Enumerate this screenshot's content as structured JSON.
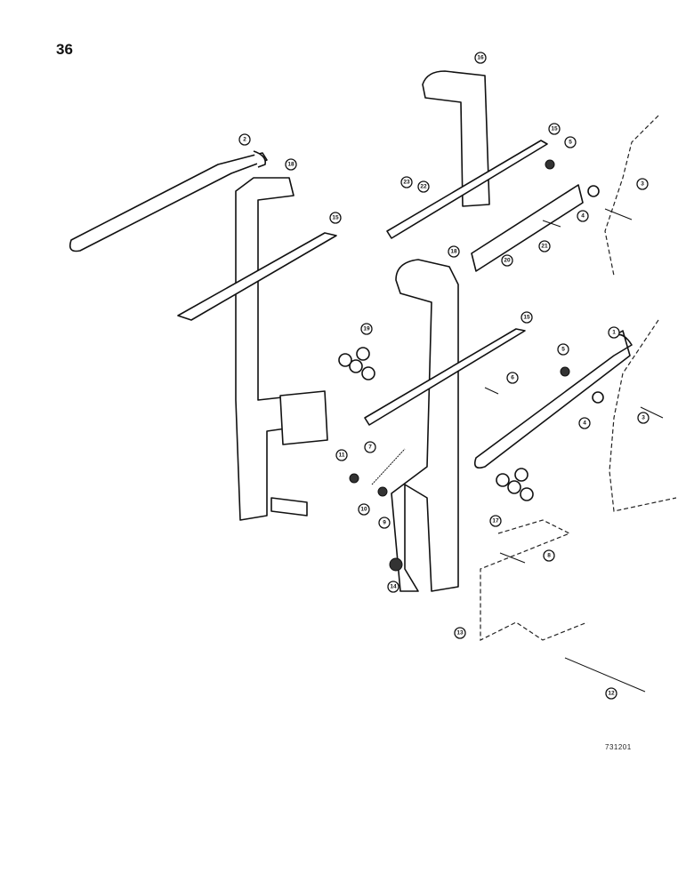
{
  "page_number": "36",
  "drawing_code": "731201",
  "callouts": [
    "2",
    "18",
    "15",
    "16",
    "15",
    "5",
    "23",
    "22",
    "3",
    "4",
    "21",
    "20",
    "18",
    "19",
    "15",
    "1",
    "5",
    "6",
    "4",
    "3",
    "11",
    "7",
    "10",
    "9",
    "17",
    "8",
    "14",
    "13",
    "12"
  ]
}
